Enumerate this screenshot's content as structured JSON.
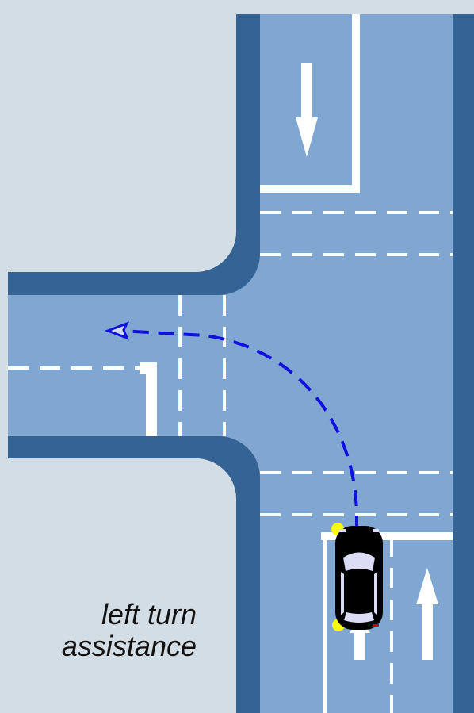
{
  "caption": {
    "line1": "left turn",
    "line2": "assistance"
  },
  "colors": {
    "background": "#d3dde6",
    "road_surface": "#80a6d2",
    "road_edge": "#356494",
    "lane_marking": "#ffffff",
    "trajectory": "#1010e0",
    "vehicle_body": "#000000",
    "vehicle_glass": "#dcdcf5",
    "indicator_light": "#ffff00"
  },
  "scene": {
    "maneuver": "left turn",
    "vehicle": {
      "icon": "car-top-view-icon",
      "turn_signals": "on"
    },
    "trajectory": {
      "style": "dashed",
      "direction": "left"
    },
    "lane_arrows": [
      {
        "icon": "arrow-down-icon",
        "lane": "northbound-road-southbound-lane"
      },
      {
        "icon": "arrow-up-icon",
        "lane": "southbound-approach-left-lane"
      },
      {
        "icon": "arrow-up-icon",
        "lane": "southbound-approach-right-lane"
      }
    ]
  }
}
